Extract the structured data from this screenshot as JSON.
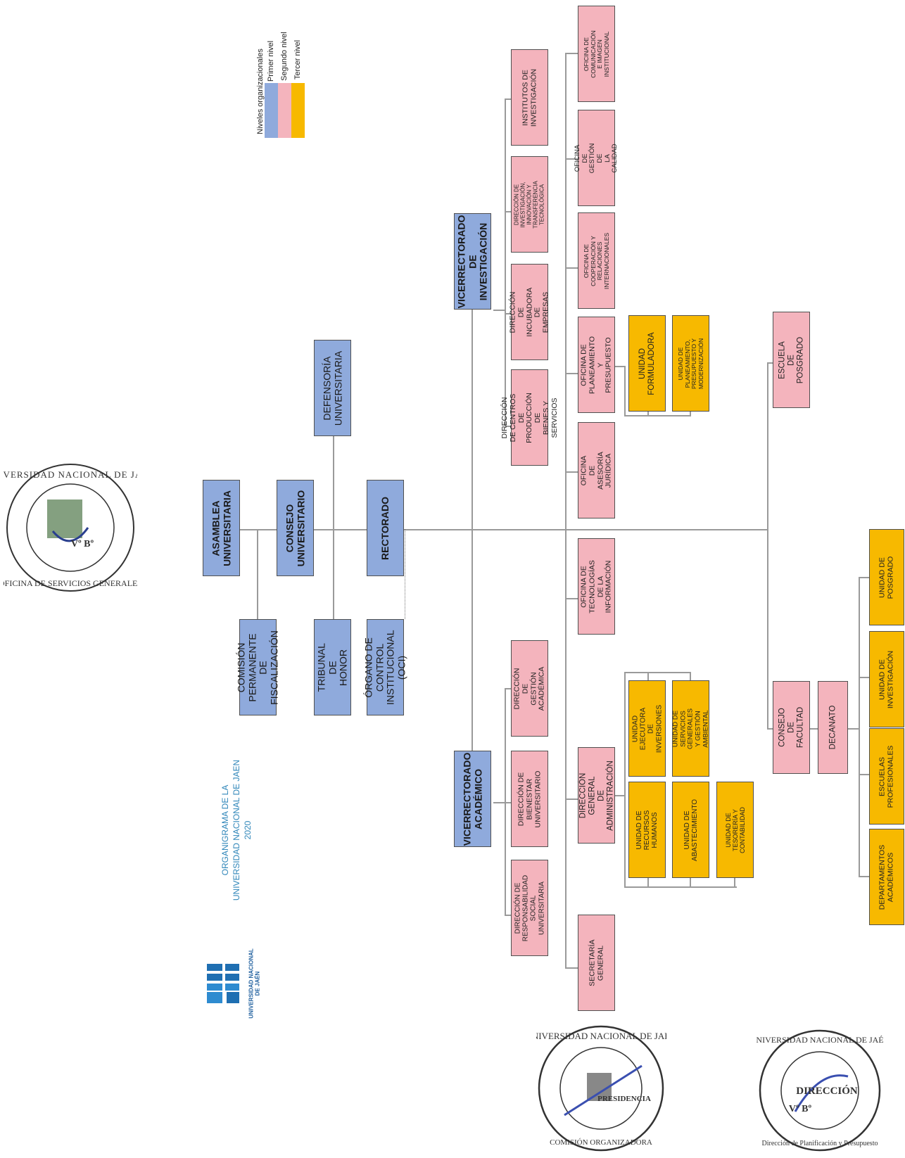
{
  "title": {
    "line1": "ORGANIGRAMA DE LA",
    "line2": "UNIVERSIDAD NACIONAL DE JAEN",
    "line3": "2020"
  },
  "logo": {
    "line1": "UNIVERSIDAD NACIONAL",
    "line2": "DE JAÉN"
  },
  "legend": {
    "title": "Niveles organizacionales",
    "items": [
      {
        "label": "Primer nivel",
        "color": "#8faadc"
      },
      {
        "label": "Segundo nivel",
        "color": "#f4b4bd"
      },
      {
        "label": "Tercer nivel",
        "color": "#f7b900"
      }
    ]
  },
  "colors": {
    "primer_nivel": "#8faadc",
    "segundo_nivel": "#f4b4bd",
    "tercer_nivel": "#f7b900",
    "connector": "#9a9a9a"
  },
  "units": {
    "asamblea": "ASAMBLEA\nUNIVERSITARIA",
    "consejo": "CONSEJO\nUNIVERSITARIO",
    "rectorado": "RECTORADO",
    "defensoria": "DEFENSORÍA\nUNIVERSITARIA",
    "comision": "COMISIÓN PERMANENTE\nDE FISCALIZACIÓN",
    "tribunal": "TRIBUNAL DE HONOR",
    "oci": "ÓRGANO DE CONTROL\nINSTITUCIONAL (OCI)",
    "vice_investigacion": "VICERRECTORADO\nDE INVESTIGACIÓN",
    "vice_academico": "VICERRECTORADO\nACADÉMICO",
    "institutos": "INSTITUTOS DE\nINVESTIGACIÓN",
    "dir_investigacion": "DIRECCIÓN DE INVESTIGACIÓN,\nINNOVACIÓN Y TRANSFERENCIA\nTECNOLÓGICA",
    "dir_incubadora": "DIRECCIÓN DE\nINCUBADORA DE\nEMPRESAS",
    "dir_centros": "DIRECCIÓN DE CENTROS\nDE PRODUCCIÓN DE\nBIENES Y SERVICIOS",
    "of_comunicacion": "OFICINA DE COMUNICACIÓN\nE IMAGEN INSTITUCIONAL",
    "of_calidad": "OFICINA DE GESTIÓN DE\nLA CALIDAD",
    "of_cooperacion": "OFICINA DE COOPERACIÓN Y\nRELACIONES\nINTERNACIONALES",
    "of_planeamiento": "OFICINA DE\nPLANEAMIENTO Y\nPRESUPUESTO",
    "of_asesoria": "OFICINA DE ASESORÍA\nJURÍDICA",
    "unidad_formuladora": "UNIDAD\nFORMULADORA",
    "unidad_planeamiento": "UNIDAD DE PLANEAMIENTO,\nPRESUPUESTO Y\nMODERNIZACIÓN",
    "escuela_posgrado": "ESCUELA DE\nPOSGRADO",
    "of_tecnologias": "OFICINA DE\nTECNOLOGÍAS DE LA\nINFORMACIÓN",
    "dir_gestion_academica": "DIRECCIÓN DE GESTIÓN\nACADÉMICA",
    "dir_bienestar": "DIRECCIÓN DE BIENESTAR\nUNIVERSITARIO",
    "dir_responsabilidad": "DIRECCIÓN DE\nRESPONSABILIDAD SOCIAL\nUNIVERSITARIA",
    "dir_general_admin": "DIRECCIÓN GENERAL\nDE ADMINISTRACIÓN",
    "u_ejecutora": "UNIDAD EJECUTORA DE\nINVERSIONES",
    "u_servicios": "UNIDAD DE SERVICIOS\nGENERALES Y GESTIÓN\nAMBIENTAL",
    "u_rrhh": "UNIDAD DE RECURSOS\nHUMANOS",
    "u_abastecimiento": "UNIDAD DE\nABASTECIMIENTO",
    "u_tesoreria": "UNIDAD DE TESORERÍA Y\nCONTABILIDAD",
    "secretaria": "SECRETARÍA GENERAL",
    "consejo_facultad": "CONSEJO DE\nFACULTAD",
    "decanato": "DECANATO",
    "u_posgrado": "UNIDAD DE\nPOSGRADO",
    "u_investigacion": "UNIDAD DE\nINVESTIGACIÓN",
    "escuelas": "ESCUELAS\nPROFESIONALES",
    "departamentos": "DEPARTAMENTOS\nACADÉMICOS"
  },
  "seals": {
    "top": {
      "ring": "UNIVERSIDAD NACIONAL DE JAÉN · OFICINA DE SERVICIOS GENERALES",
      "center": "Vº Bº"
    },
    "bottom_left": {
      "ring": "UNIVERSIDAD NACIONAL DE JAÉN · COMISIÓN ORGANIZADORA",
      "center": "PRESIDENCIA"
    },
    "bottom_right": {
      "ring": "UNIVERSIDAD NACIONAL DE JAÉN · Dirección de Planificación y Presupuesto",
      "center": "DIRECCIÓN",
      "vb": "Vº Bº"
    }
  }
}
